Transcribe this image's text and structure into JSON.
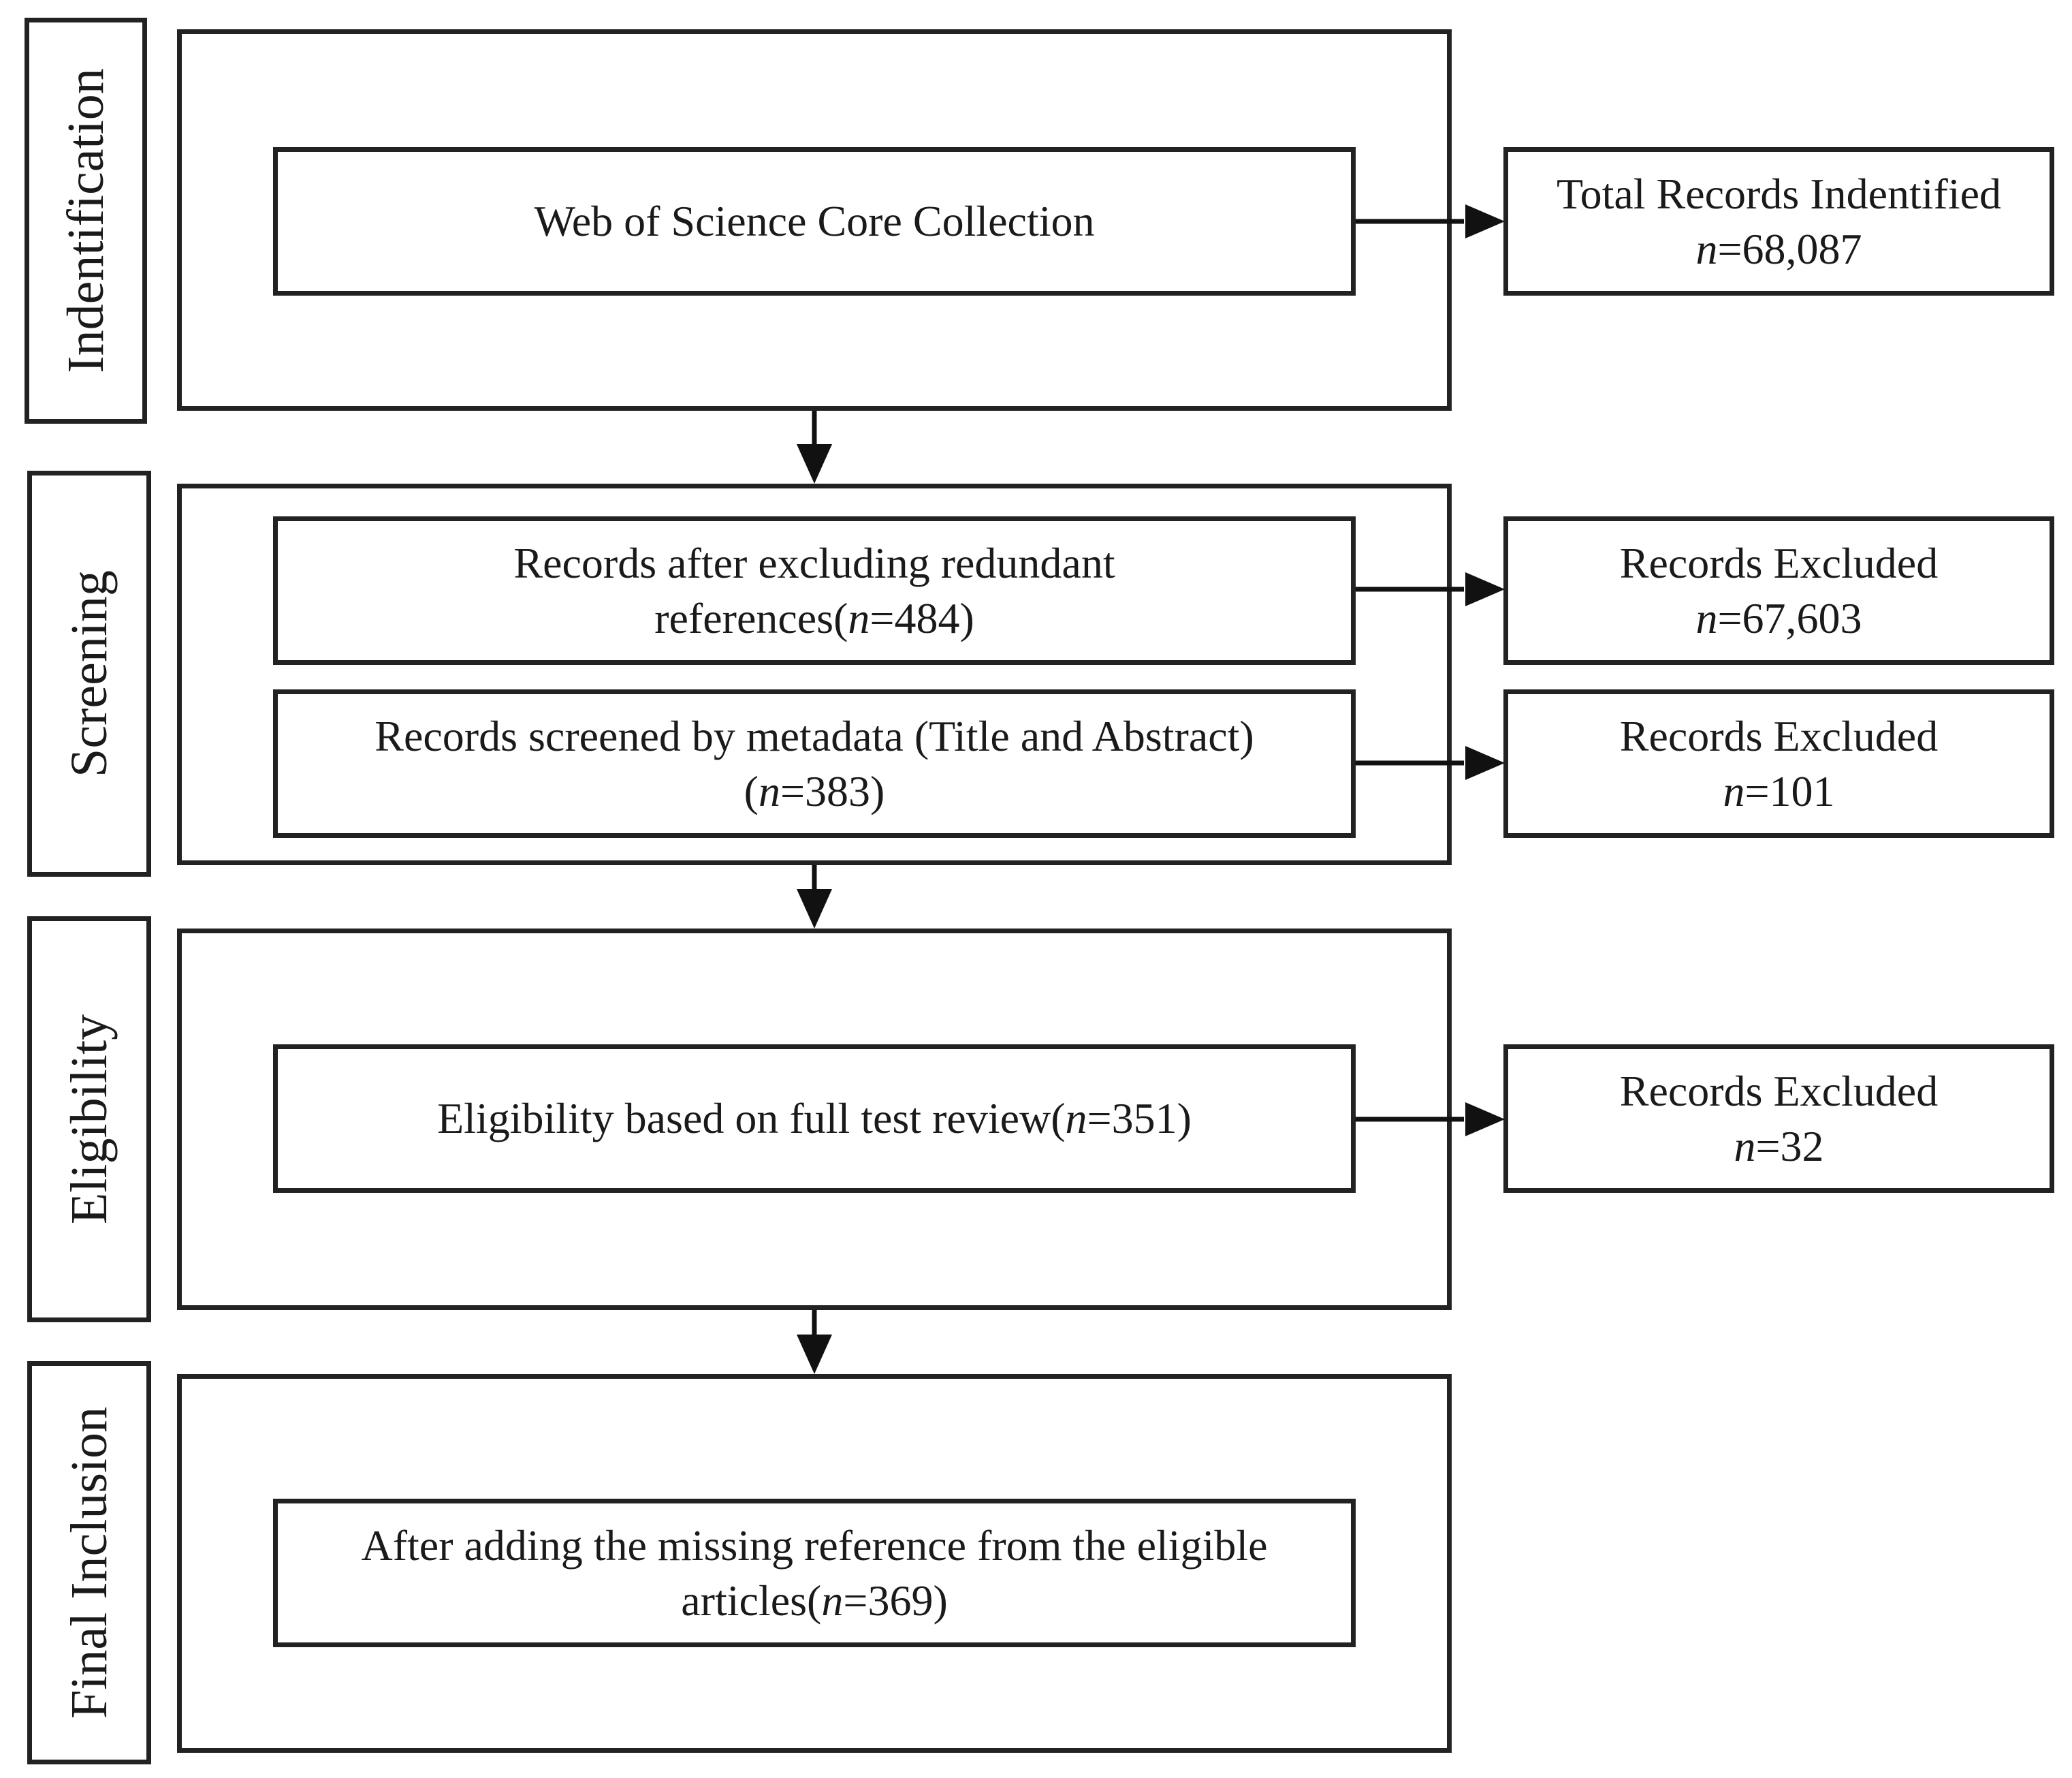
{
  "stages": {
    "identification": "Indentification",
    "screening": "Screening",
    "eligibility": "Eligibility",
    "final_inclusion": "Final Inclusion"
  },
  "nodes": {
    "wos": {
      "text": "Web of Science Core Collection"
    },
    "redundant": {
      "line1": "Records after excluding redundant",
      "line2_pre": "references(",
      "n_label": "n",
      "value": "=484",
      "close": ")"
    },
    "metadata": {
      "line1": "Records screened by metadata (Title and Abstract)",
      "line2_pre": "(",
      "n_label": "n",
      "value": "=383",
      "close": ")"
    },
    "eligibility": {
      "pre": "Eligibility based on full test review(",
      "n_label": "n",
      "value": "=351",
      "close": ")"
    },
    "final": {
      "line1": "After adding the missing reference from the eligible",
      "line2_pre": "articles(",
      "n_label": "n",
      "value": "=369",
      "close": ")"
    }
  },
  "side_boxes": {
    "total": {
      "title": "Total Records Indentified",
      "n_label": "n",
      "value": "=68,087"
    },
    "excluded_1": {
      "title": "Records Excluded",
      "n_label": "n",
      "value": "=67,603"
    },
    "excluded_2": {
      "title": "Records Excluded",
      "n_label": "n",
      "value": "=101"
    },
    "excluded_3": {
      "title": "Records Excluded",
      "n_label": "n",
      "value": "=32"
    }
  }
}
